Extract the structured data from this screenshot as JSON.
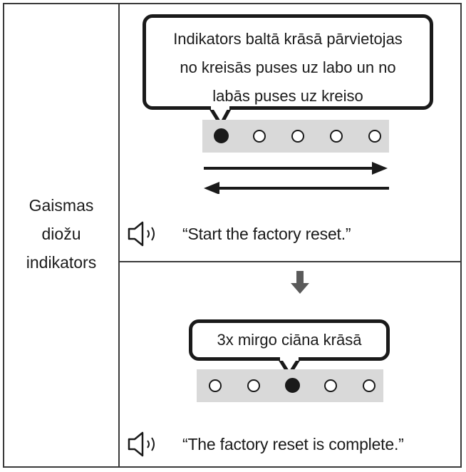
{
  "left_label": [
    "Gaismas",
    "diožu",
    "indikators"
  ],
  "top_step": {
    "bubble_lines": [
      "Indikators baltā krāsā pārvietojas",
      "no kreisās puses uz labo un no",
      "labās puses uz kreiso"
    ],
    "leds": [
      "filled",
      "empty",
      "empty",
      "empty",
      "empty"
    ],
    "voice_text": "“Start the factory reset.”"
  },
  "bottom_step": {
    "bubble_text": "3x mirgo ciāna krāsā",
    "leds": [
      "empty",
      "empty",
      "filled",
      "empty",
      "empty"
    ],
    "voice_text": "“The factory reset is complete.”"
  },
  "icons": {
    "speaker": "speaker-icon",
    "arrow_right": "arrow-right-icon",
    "arrow_left": "arrow-left-icon",
    "arrow_down": "arrow-down-icon"
  },
  "colors": {
    "led_strip": "#d9d9d9",
    "outline": "#1a1a1a",
    "down_arrow": "#5a5a5a"
  }
}
